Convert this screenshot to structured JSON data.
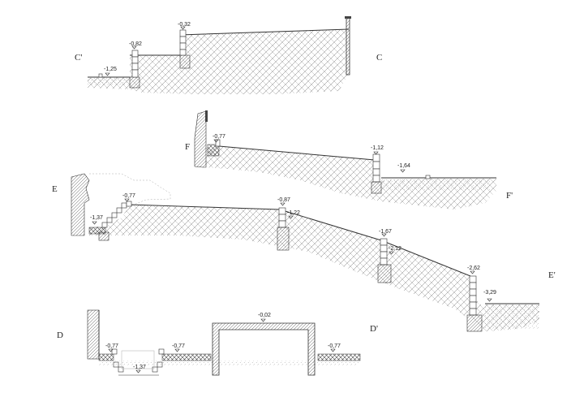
{
  "section_labels": {
    "c_prime": "C'",
    "c": "C",
    "f": "F",
    "f_prime": "F'",
    "e": "E",
    "e_prime": "E'",
    "d": "D",
    "d_prime": "D'"
  },
  "elevations": {
    "cc_a": "-1,25",
    "cc_b": "-0,82",
    "cc_c": "-0,32",
    "ff_a": "-0,77",
    "ff_b": "-1,12",
    "ff_c": "-1,64",
    "ee_a": "-1,37",
    "ee_b": "-0,77",
    "ee_c": "-0,87",
    "ee_d": "-1,22",
    "ee_e": "-1,67",
    "ee_f": "-2,12",
    "ee_g": "-2,62",
    "ee_h": "-3,29",
    "dd_a": "-0,77",
    "dd_b": "-1,37",
    "dd_c": "-0,77",
    "dd_d": "-0,02",
    "dd_e": "-0,77"
  }
}
